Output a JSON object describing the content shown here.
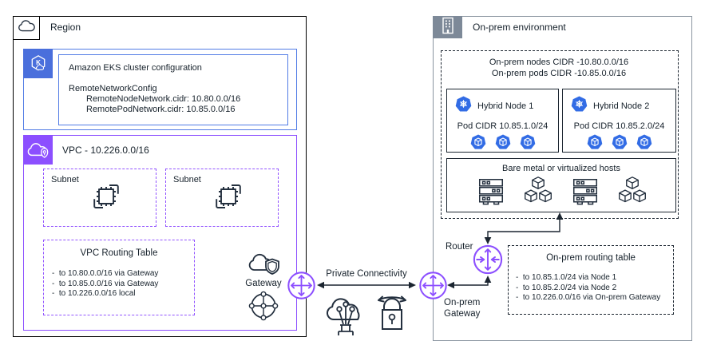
{
  "colors": {
    "aws_purple": "#8C4FFF",
    "eks_blue_fill": "#4A6FDC",
    "blue_border": "#527CE5",
    "navy_icon": "#232F3E",
    "onprem_gray": "#7D8998",
    "kubernetes_blue": "#326CE5",
    "line_dark": "#1b2530"
  },
  "region": {
    "label": "Region",
    "icon": "aws-cloud-icon",
    "eks": {
      "icon": "eks-icon",
      "title": "Amazon EKS cluster configuration",
      "config_title": "RemoteNetworkConfig",
      "config_line1": "RemoteNodeNetwork.cidr: 10.80.0.0/16",
      "config_line2": "RemotePodNetwork.cidr: 10.85.0.0/16"
    },
    "vpc": {
      "icon": "vpc-icon",
      "label": "VPC - 10.226.0.0/16",
      "subnets": [
        {
          "label": "Subnet",
          "icon": "instances-icon"
        },
        {
          "label": "Subnet",
          "icon": "instances-icon"
        }
      ],
      "routing_table": {
        "title": "VPC Routing Table",
        "entries": [
          "-  to 10.80.0.0/16 via Gateway",
          "-  to 10.85.0.0/16 via Gateway",
          "-  to 10.226.0.0/16 local"
        ]
      },
      "gateway": {
        "label": "Gateway",
        "icons": [
          "vpc-cloud-shield-icon",
          "transit-gateway-icon",
          "gateway-4way-arrows-icon"
        ]
      }
    }
  },
  "connectivity": {
    "label": "Private Connectivity",
    "icons": [
      "private-connectivity-cloud-icon",
      "vpn-lock-icon"
    ]
  },
  "onprem": {
    "label": "On-prem environment",
    "icon": "buildings-icon",
    "cidr_box": {
      "line1": "On-prem nodes CIDR -10.80.0.0/16",
      "line2": "On-prem pods CIDR -10.85.0.0/16",
      "nodes": [
        {
          "title": "Hybrid Node 1",
          "icon": "kubernetes-node-icon",
          "pod_cidr": "Pod CIDR 10.85.1.0/24",
          "pods_count": 3,
          "pod_icon": "kubernetes-pod-icon"
        },
        {
          "title": "Hybrid Node 2",
          "icon": "kubernetes-node-icon",
          "pod_cidr": "Pod CIDR 10.85.2.0/24",
          "pods_count": 3,
          "pod_icon": "kubernetes-pod-icon"
        }
      ],
      "hosts": {
        "title": "Bare metal or virtualized hosts",
        "icons": [
          "server-rack-icon",
          "cubes-icon",
          "server-rack-icon",
          "cubes-icon"
        ]
      }
    },
    "router": {
      "label": "Router",
      "icon": "router-icon"
    },
    "gateway": {
      "label_line1": "On-prem",
      "label_line2": "Gateway",
      "icon": "gateway-4way-arrows-icon"
    },
    "routing_table": {
      "title": "On-prem routing table",
      "entries": [
        "-  to 10.85.1.0/24 via Node 1",
        "-  to 10.85.2.0/24 via Node 2",
        "-  to 10.226.0.0/16 via On-prem Gateway"
      ]
    }
  }
}
